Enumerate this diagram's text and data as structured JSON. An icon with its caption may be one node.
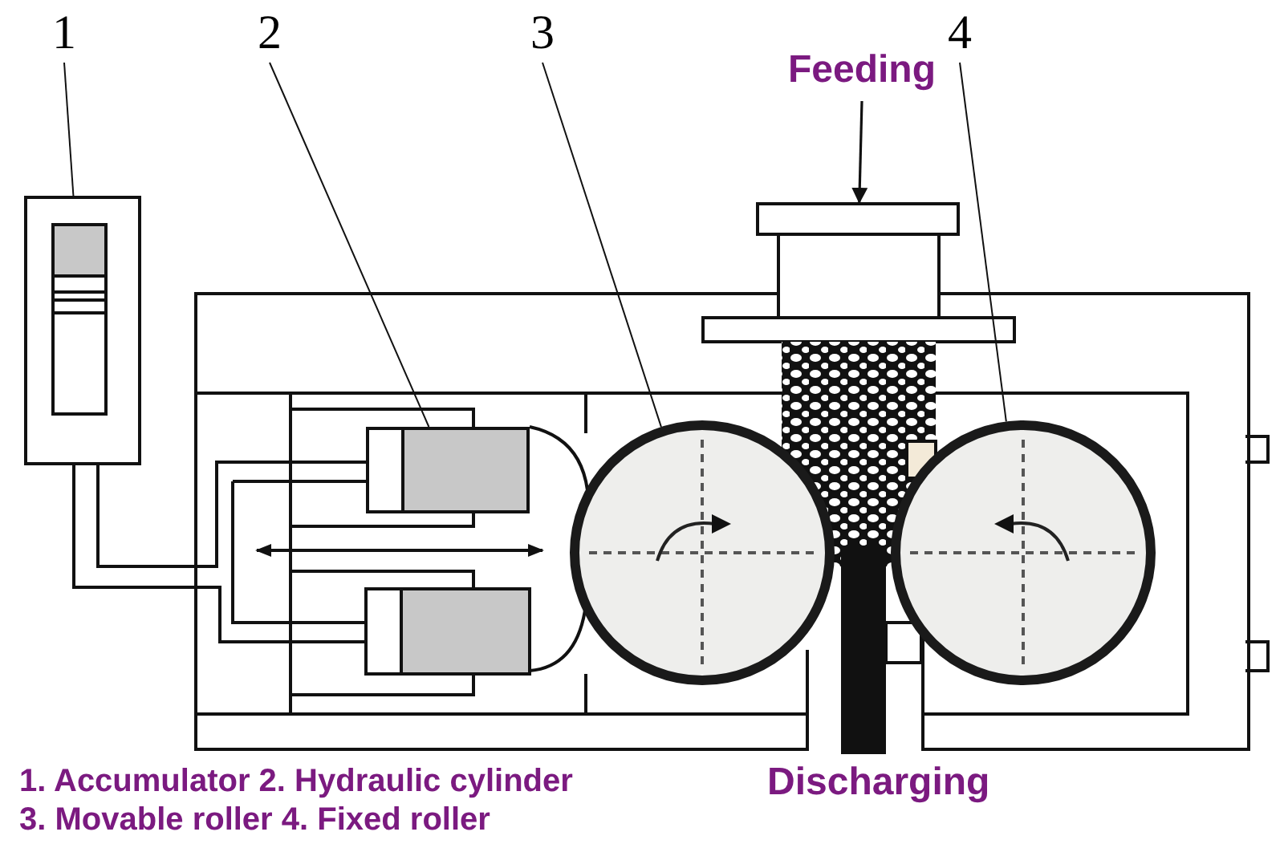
{
  "diagram": {
    "nodes": [
      {
        "text": [
          "1"
        ]
      },
      {
        "text": [],
        "shape": "box"
      },
      {
        "text": [
          "2"
        ]
      },
      {
        "text": [],
        "shape": "box"
      },
      {
        "text": [
          "3"
        ]
      },
      {
        "text": [],
        "shape": "circle"
      },
      {
        "text": [
          "4"
        ]
      },
      {
        "text": [],
        "shape": "circle"
      },
      {
        "text": [
          "Feeding"
        ]
      },
      {
        "text": [],
        "shape": "box"
      }
    ],
    "edges": [
      {
        "from": 0,
        "to": 1,
        "arrow": "none"
      },
      {
        "from": 2,
        "to": 3,
        "arrow": "none"
      },
      {
        "from": 4,
        "to": 5,
        "arrow": "none"
      },
      {
        "from": 6,
        "to": 7,
        "arrow": "none"
      },
      {
        "from": 8,
        "to": 9,
        "arrow": "to"
      }
    ],
    "labels": [
      "Discharging",
      "1. Accumulator 2. Hydraulic cylinder",
      "3. Movable roller 4. Fixed roller"
    ]
  }
}
